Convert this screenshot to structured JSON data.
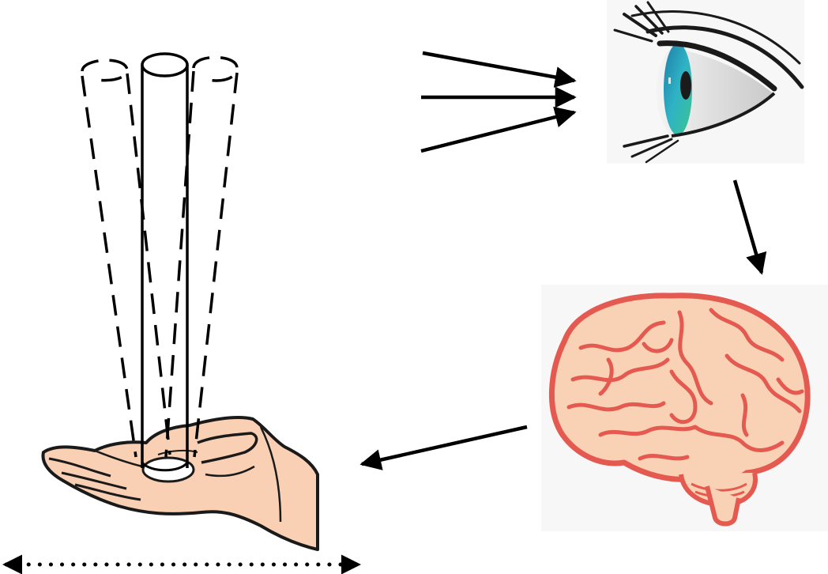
{
  "diagram": {
    "nodes": [
      {
        "id": "stick-on-hand",
        "icon": "balancing-stick-icon"
      },
      {
        "id": "eye",
        "icon": "eye-icon"
      },
      {
        "id": "brain",
        "icon": "brain-icon"
      }
    ],
    "flow": [
      {
        "from": "stick-on-hand",
        "to": "eye",
        "style": "triple-arrow"
      },
      {
        "from": "eye",
        "to": "brain",
        "style": "arrow"
      },
      {
        "from": "brain",
        "to": "stick-on-hand",
        "style": "arrow"
      }
    ],
    "hand_motion": {
      "style": "dotted-double-arrow",
      "direction": "horizontal"
    }
  },
  "colors": {
    "line": "#000000",
    "skin": "#f9d0b3",
    "skin_outline": "#1a1a1a",
    "iris": "#2aa7c9",
    "brain_fill": "#f9d2b6",
    "brain_outline": "#e55a50",
    "panel_bg": "#f7f7f7"
  }
}
